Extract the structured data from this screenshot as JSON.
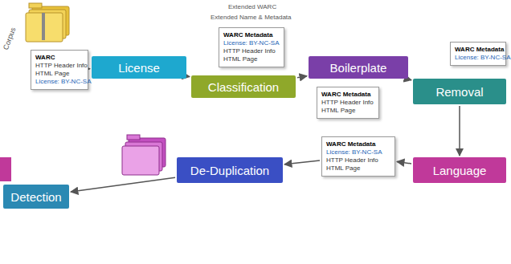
{
  "diagram": {
    "nodes": [
      {
        "text": [
          "WARC",
          "HTTP Header Info",
          "HTML Page",
          "License: BY-NC-SA"
        ]
      },
      {
        "text": [
          "License"
        ]
      },
      {
        "text": [
          "Classification"
        ]
      },
      {
        "text": [
          "WARC Metadata",
          "License: BY-NC-SA",
          "HTTP Header Info",
          "HTML Page"
        ]
      },
      {
        "text": [
          "Boilerplate"
        ]
      },
      {
        "text": [
          "WARC Metadata",
          "HTTP Header Info",
          "HTML Page"
        ]
      },
      {
        "text": [
          "Removal"
        ]
      },
      {
        "text": [
          "WARC Metadata",
          "License: BY-NC-SA"
        ]
      },
      {
        "text": [
          "Detection"
        ]
      },
      {
        "text": [
          "De-Duplication"
        ]
      },
      {
        "text": [
          "WARC Metadata",
          "License: BY-NC-SA",
          "HTTP Header Info",
          "HTML Page"
        ]
      },
      {
        "text": [
          "Language"
        ]
      }
    ],
    "edges": [
      {
        "from": 0,
        "to": 1,
        "arrow": "to"
      },
      {
        "from": 1,
        "to": 2,
        "arrow": "to"
      },
      {
        "from": 2,
        "to": 4,
        "arrow": "to"
      },
      {
        "from": 4,
        "to": 6,
        "arrow": "to"
      },
      {
        "from": 6,
        "to": 11,
        "arrow": "to"
      },
      {
        "from": 11,
        "to": 10,
        "arrow": "to"
      },
      {
        "from": 10,
        "to": 9,
        "arrow": "to"
      },
      {
        "from": 9,
        "to": 8,
        "arrow": "to"
      }
    ],
    "labels": [
      "Corpus",
      "Extended WARC",
      "Extended Name & Metadata"
    ]
  }
}
